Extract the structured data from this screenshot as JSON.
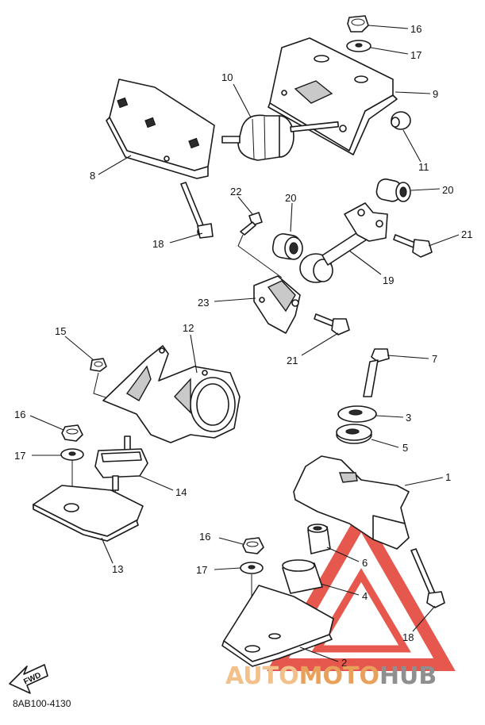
{
  "diagram_code": "8AB100-4130",
  "fwd_label": "FWD",
  "watermark": {
    "part1": "AUTO",
    "part2": "MOTO",
    "part3": "HUB",
    "color_part1": "#f2c08a",
    "color_part2": "#e8a05a",
    "color_part3": "#8f8f8f",
    "triangle_color": "#e23a2e"
  },
  "callouts": {
    "c1": "1",
    "c2": "2",
    "c3": "3",
    "c4": "4",
    "c5": "5",
    "c6": "6",
    "c7": "7",
    "c8": "8",
    "c9": "9",
    "c10": "10",
    "c11": "11",
    "c12": "12",
    "c13": "13",
    "c14": "14",
    "c15": "15",
    "c16a": "16",
    "c16b": "16",
    "c16c": "16",
    "c17a": "17",
    "c17b": "17",
    "c17c": "17",
    "c18a": "18",
    "c18b": "18",
    "c19": "19",
    "c20a": "20",
    "c20b": "20",
    "c21a": "21",
    "c21b": "21",
    "c22": "22",
    "c23": "23"
  }
}
